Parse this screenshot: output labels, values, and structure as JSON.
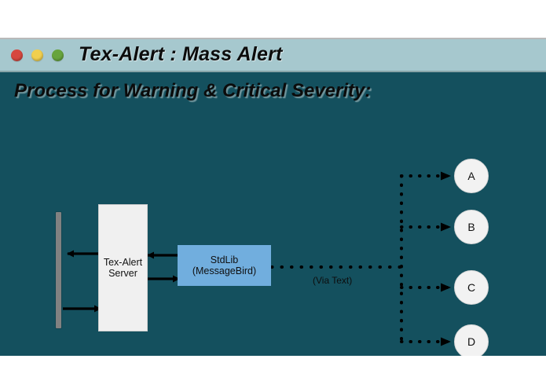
{
  "window": {
    "title": "Tex-Alert : Mass Alert",
    "controls": [
      {
        "name": "close",
        "color": "#d6473f"
      },
      {
        "name": "minimize",
        "color": "#f0cf4e"
      },
      {
        "name": "maximize",
        "color": "#67a43c"
      }
    ],
    "titlebar_color": "#a6c8ce",
    "body_color": "#14505e"
  },
  "slide": {
    "heading": "Process for Warning & Critical Severity:",
    "background_color": "#14505e"
  },
  "diagram": {
    "nodes": {
      "left_bar": {
        "label": "",
        "color": "#818181"
      },
      "server": {
        "line1": "Tex-Alert",
        "line2": "Server",
        "color": "#f0f0f0"
      },
      "stdlib": {
        "line1": "StdLib",
        "line2": "(MessageBird)",
        "color": "#71aede"
      }
    },
    "edge_labels": {
      "via_text": "(Via Text)"
    },
    "recipients": [
      {
        "label": "A"
      },
      {
        "label": "B"
      },
      {
        "label": "C"
      },
      {
        "label": "D"
      }
    ]
  }
}
